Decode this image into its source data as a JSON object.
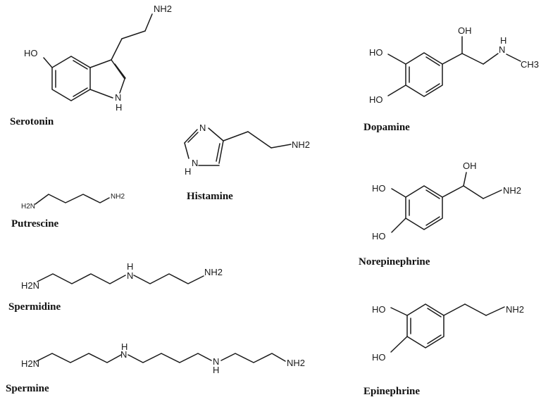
{
  "molecules": {
    "serotonin": {
      "name": "Serotonin",
      "labels": {
        "oh": "HO",
        "nh2": "NH2",
        "nh": "N",
        "h": "H"
      }
    },
    "histamine": {
      "name": "Histamine",
      "labels": {
        "n": "N",
        "nh": "N",
        "h": "H",
        "nh2": "NH2"
      }
    },
    "putrescine": {
      "name": "Putrescine",
      "labels": {
        "h2n": "H2N",
        "nh2": "NH2"
      }
    },
    "spermidine": {
      "name": "Spermidine",
      "labels": {
        "h2n": "H2N",
        "nh": "N",
        "h": "H",
        "nh2": "NH2"
      }
    },
    "spermine": {
      "name": "Spermine",
      "labels": {
        "h2n": "H2N",
        "nh": "N",
        "h": "H",
        "nh2": "NH2"
      }
    },
    "dopamine": {
      "name": "Dopamine",
      "labels": {
        "oh": "OH",
        "ho1": "HO",
        "ho2": "HO",
        "n": "N",
        "h": "H",
        "ch3": "CH3"
      }
    },
    "norepinephrine": {
      "name": "Norepinephrine",
      "labels": {
        "oh": "OH",
        "ho1": "HO",
        "ho2": "HO",
        "nh2": "NH2"
      }
    },
    "epinephrine": {
      "name": "Epinephrine",
      "labels": {
        "ho1": "HO",
        "ho2": "HO",
        "nh2": "NH2"
      }
    }
  }
}
